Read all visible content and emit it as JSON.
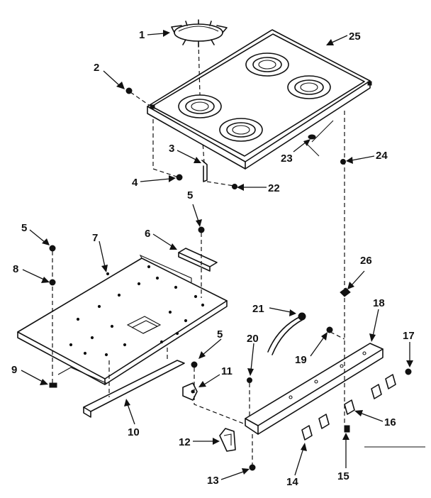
{
  "callouts": {
    "c1": "1",
    "c2": "2",
    "c3": "3",
    "c4": "4",
    "c5a": "5",
    "c5b": "5",
    "c5c": "5",
    "c6": "6",
    "c7": "7",
    "c8": "8",
    "c9": "9",
    "c10": "10",
    "c11": "11",
    "c12": "12",
    "c13": "13",
    "c14": "14",
    "c15": "15",
    "c16": "16",
    "c17": "17",
    "c18": "18",
    "c19": "19",
    "c20": "20",
    "c21": "21",
    "c22": "22",
    "c23": "23",
    "c24": "24",
    "c25": "25",
    "c26": "26"
  }
}
